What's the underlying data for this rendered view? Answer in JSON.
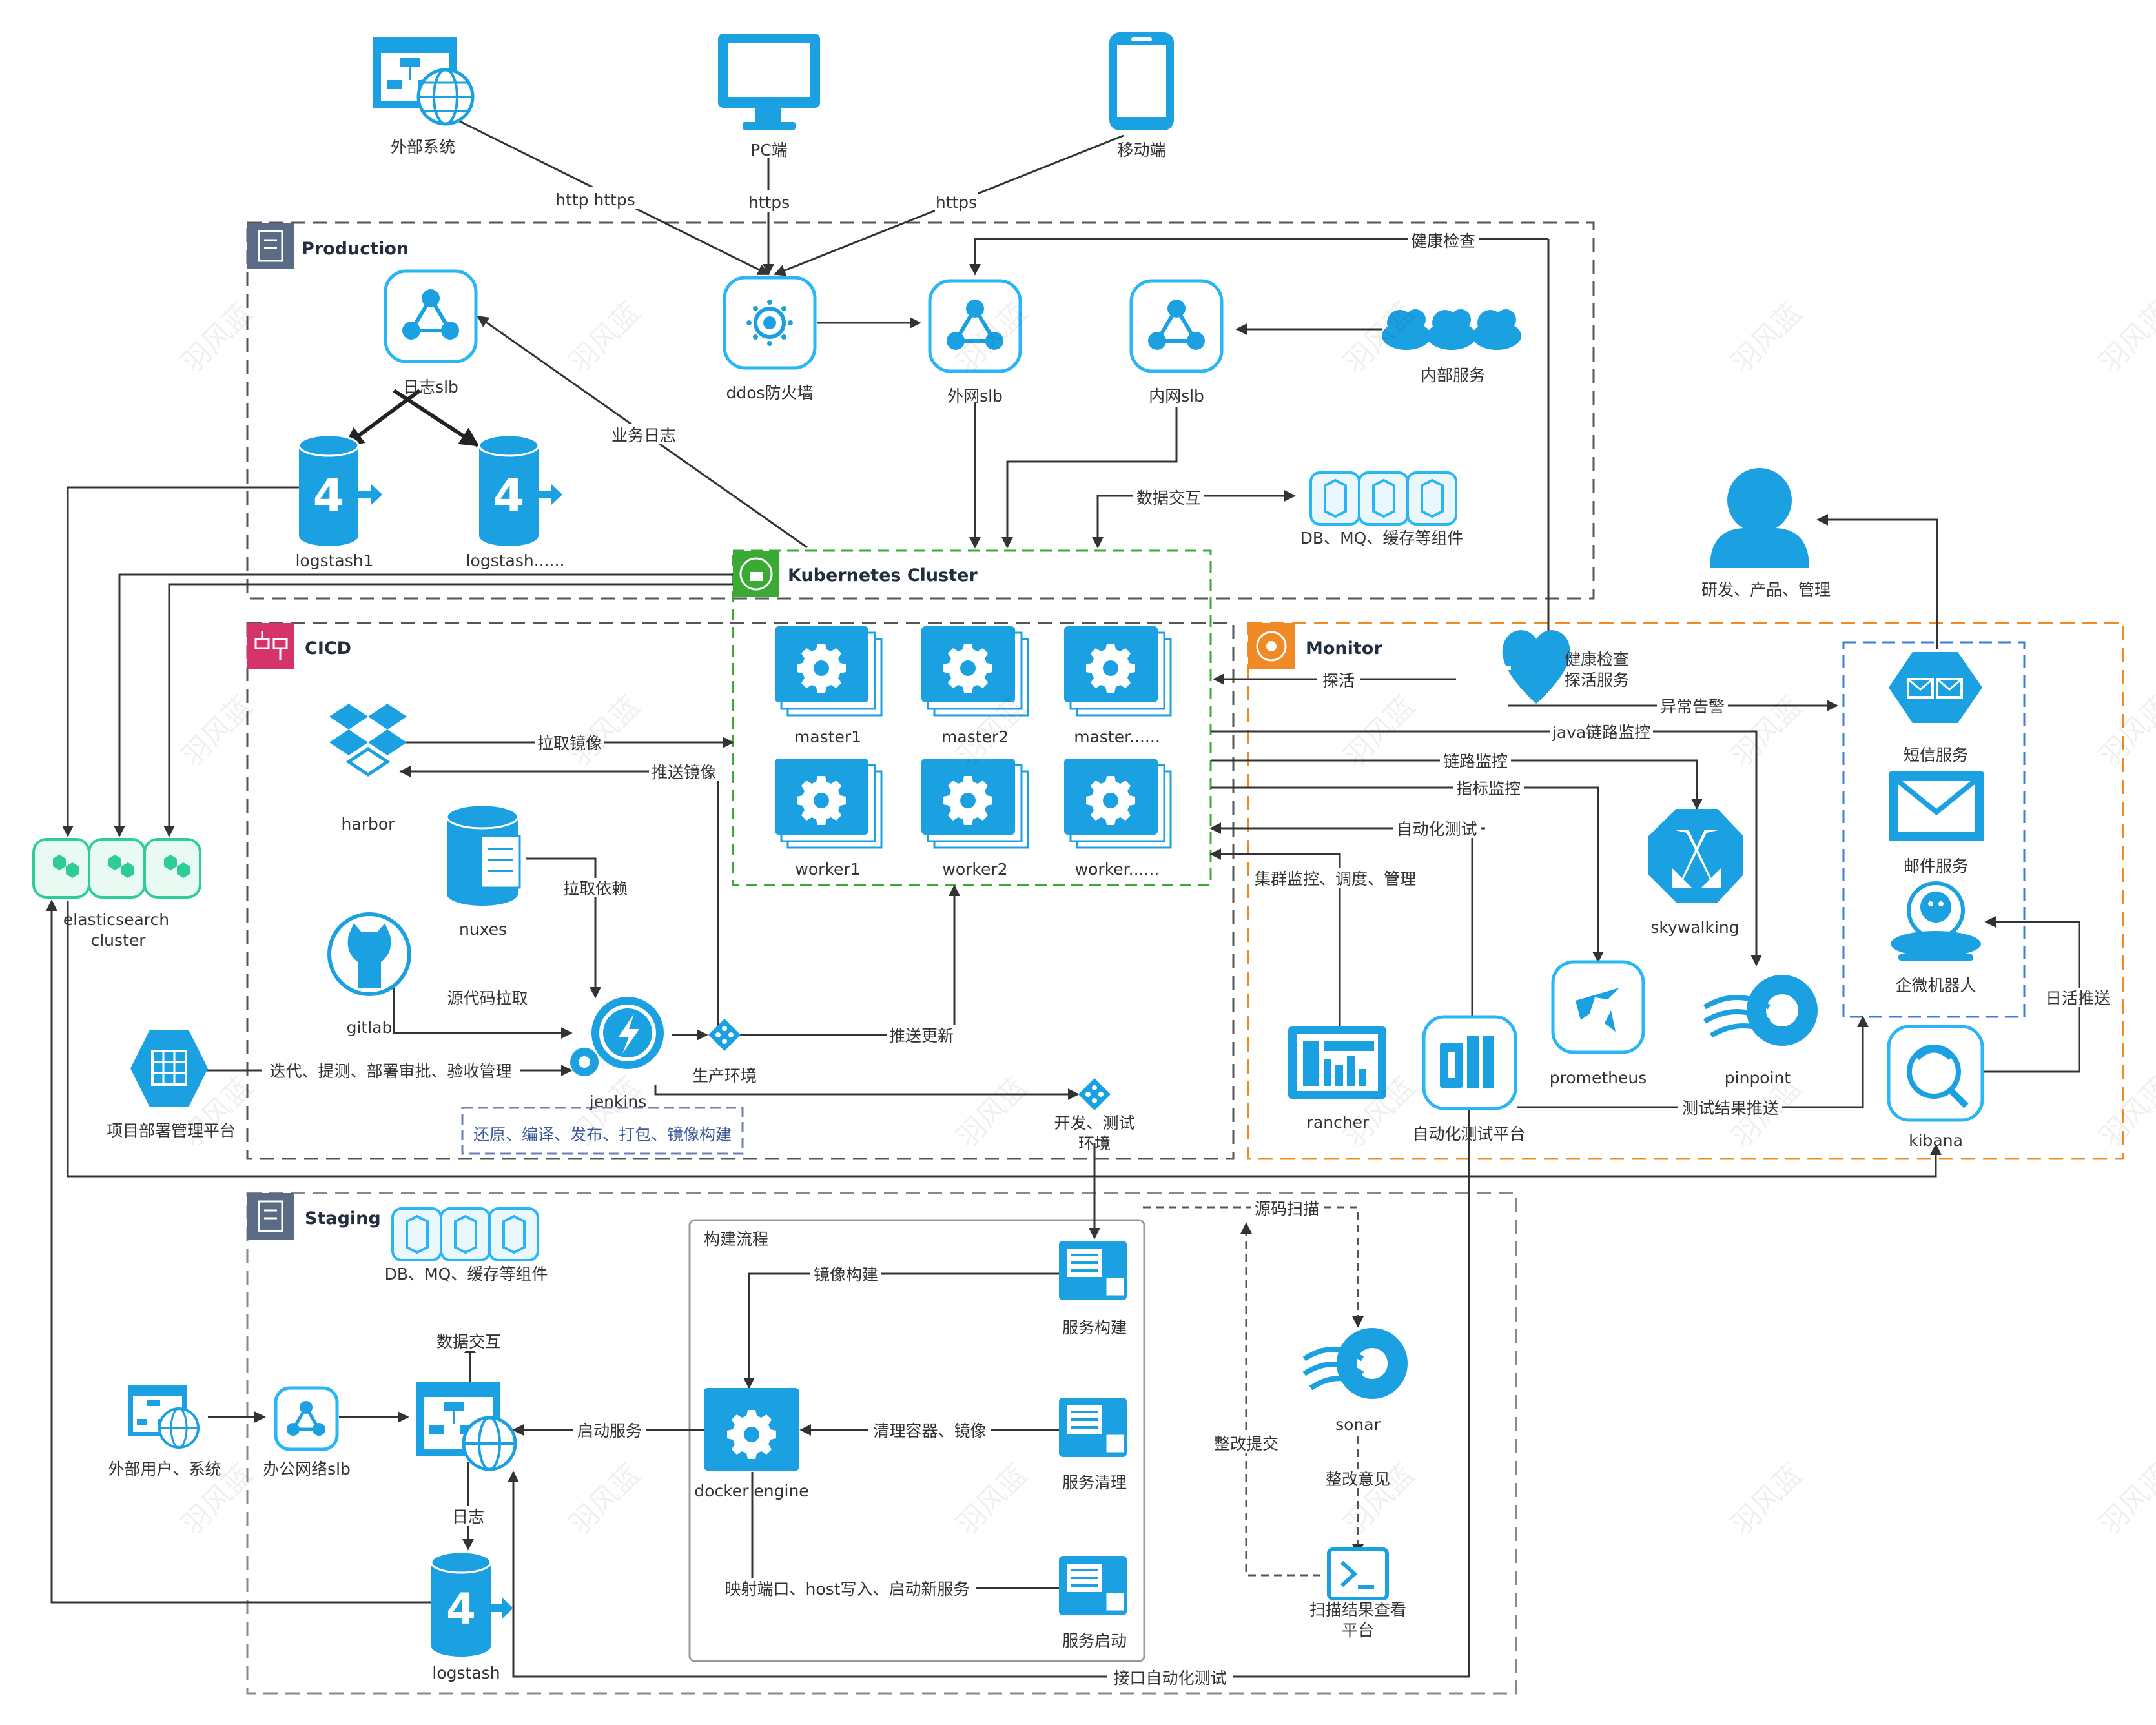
{
  "regions": {
    "production": "Production",
    "cicd": "CICD",
    "monitor": "Monitor",
    "staging": "Staging",
    "kubernetes": "Kubernetes Cluster",
    "build_flow": "构建流程"
  },
  "nodes": {
    "external_system": "外部系统",
    "pc": "PC端",
    "mobile": "移动端",
    "ddos": "ddos防火墙",
    "public_slb": "外网slb",
    "internal_slb": "内网slb",
    "internal_service": "内部服务",
    "log_slb": "日志slb",
    "logstash1": "logstash1",
    "logstash_more": "logstash......",
    "prod_components": "DB、MQ、缓存等组件",
    "rd_team": "研发、产品、管理",
    "master1": "master1",
    "master2": "master2",
    "master_more": "master......",
    "worker1": "worker1",
    "worker2": "worker2",
    "worker_more": "worker......",
    "harbor": "harbor",
    "nuxes": "nuxes",
    "gitlab": "gitlab",
    "jenkins": "jenkins",
    "prod_env": "生产环境",
    "dev_test_env_1": "开发、测试",
    "dev_test_env_2": "环境",
    "project_platform": "项目部署管理平台",
    "es_1": "elasticsearch",
    "es_2": "cluster",
    "health_check_1": "健康检查",
    "health_check_2": "探活服务",
    "skywalking": "skywalking",
    "prometheus": "prometheus",
    "pinpoint": "pinpoint",
    "rancher": "rancher",
    "auto_test_platform": "自动化测试平台",
    "kibana": "kibana",
    "sms": "短信服务",
    "mail": "邮件服务",
    "wecom_bot": "企微机器人",
    "staging_components": "DB、MQ、缓存等组件",
    "external_users": "外部用户、系统",
    "office_slb": "办公网络slb",
    "docker_engine": "docker engine",
    "service_build": "服务构建",
    "service_clean": "服务清理",
    "service_start": "服务启动",
    "sonar": "sonar",
    "scan_platform_1": "扫描结果查看",
    "scan_platform_2": "平台",
    "staging_logstash": "logstash"
  },
  "edges": {
    "http_https": "http https",
    "https_pc": "https",
    "https_mobile": "https",
    "health_check": "健康检查",
    "business_log": "业务日志",
    "data_exchange": "数据交互",
    "pull_image": "拉取镜像",
    "push_image": "推送镜像",
    "pull_deps": "拉取依赖",
    "source_pull": "源代码拉取",
    "iterate": "迭代、提测、部署审批、验收管理",
    "push_update": "推送更新",
    "build_steps": "还原、编译、发布、打包、镜像构建",
    "probe": "探活",
    "alert": "异常告警",
    "java_trace": "java链路监控",
    "trace": "链路监控",
    "metrics": "指标监控",
    "auto_test": "自动化测试",
    "cluster_mgmt": "集群监控、调度、管理",
    "test_result_push": "测试结果推送",
    "log_push": "日活推送",
    "source_scan": "源码扫描",
    "fix_submit": "整改提交",
    "fix_advice": "整改意见",
    "image_build": "镜像构建",
    "clean": "清理容器、镜像",
    "start_service": "启动服务",
    "map_ports": "映射端口、host写入、启动新服务",
    "staging_data_exchange": "数据交互",
    "log": "日志",
    "api_auto_test": "接口自动化测试"
  },
  "watermark": "羽风蓝",
  "colors": {
    "primary_blue": "#1ba1e2",
    "light_blue": "#29b6f6",
    "region_gray": "#666666",
    "kube_green": "#3aaa35",
    "monitor_orange": "#f08a24",
    "cicd_pink": "#d6336c",
    "alert_blue": "#3b7dd8",
    "line": "#333333",
    "es_green": "#2ecc9a"
  },
  "icons": {
    "external_system": "network-diagram-globe-icon",
    "pc": "monitor-icon",
    "mobile": "phone-icon",
    "ddos": "firewall-icon",
    "slb": "load-balancer-icon",
    "internal_service": "cloud-icon",
    "logstash": "database-export-icon",
    "components": "cube-icon",
    "rd_team": "person-icon",
    "kube_node": "gear-icon",
    "harbor": "dropbox-icon",
    "nuxes": "database-document-icon",
    "gitlab": "github-cat-icon",
    "jenkins": "lightning-gear-icon",
    "env": "diamond-dots-icon",
    "project_platform": "hexagon-grid-icon",
    "elasticsearch": "honeycomb-icon",
    "health_check": "heart-pulse-icon",
    "skywalking": "arrows-cross-icon",
    "prometheus": "flame-icon",
    "pinpoint": "wave-gear-icon",
    "rancher": "dashboard-icon",
    "auto_test": "bar-chart-icon",
    "kibana": "search-loop-icon",
    "sms": "message-icon",
    "mail": "envelope-icon",
    "wecom_bot": "robot-icon",
    "service": "list-doc-icon",
    "sonar": "wave-gear-icon",
    "scan_platform": "terminal-icon"
  }
}
